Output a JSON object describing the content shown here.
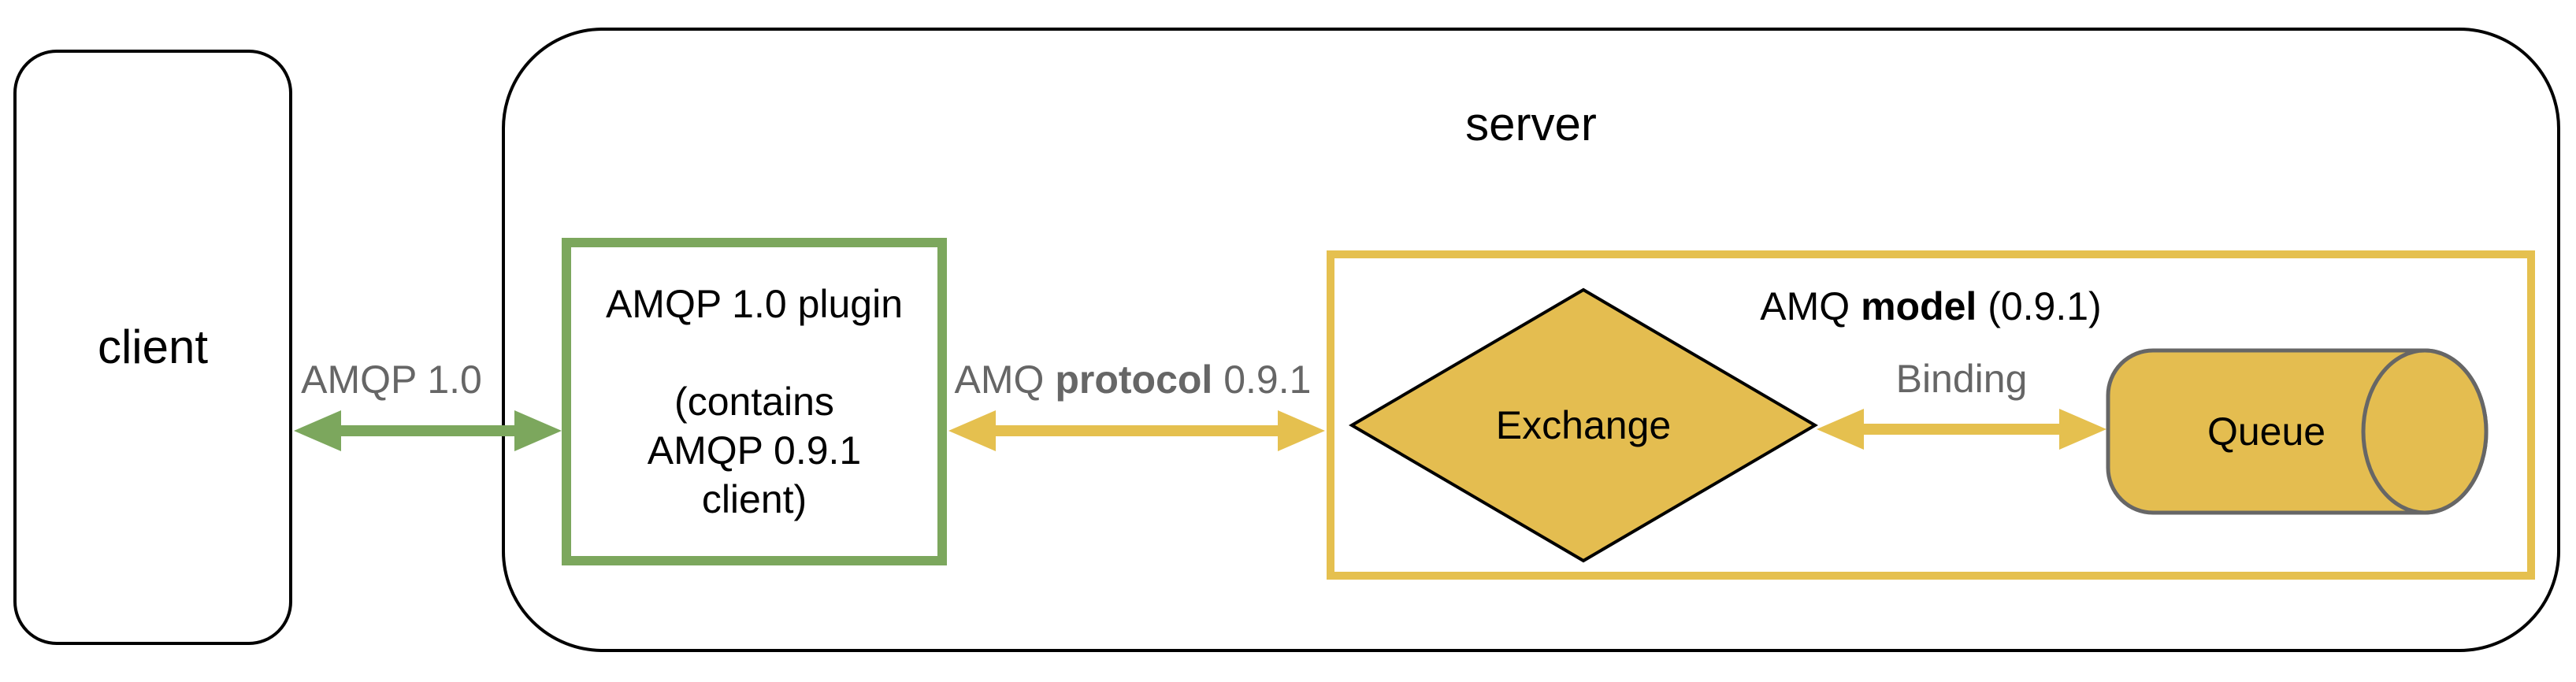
{
  "colors": {
    "green": "#7CA75D",
    "yellow": "#E5C04F",
    "shape_fill": "#E4BD50",
    "shape_outline_black": "#000000",
    "queue_stroke": "#666666",
    "edge_label_gray": "#666666"
  },
  "client": {
    "label": "client"
  },
  "server": {
    "label": "server"
  },
  "plugin": {
    "lines": [
      "AMQP 1.0 plugin",
      "(contains",
      "AMQP 0.9.1",
      "client)"
    ]
  },
  "links": {
    "amqp10": {
      "label": "AMQP 1.0"
    },
    "amq_protocol": {
      "pre": "AMQ ",
      "bold": "protocol",
      "post": " 0.9.1"
    },
    "binding": {
      "label": "Binding"
    }
  },
  "model": {
    "title_pre": "AMQ ",
    "title_bold": "model",
    "title_post": " (0.9.1)"
  },
  "exchange": {
    "label": "Exchange"
  },
  "queue": {
    "label": "Queue"
  }
}
